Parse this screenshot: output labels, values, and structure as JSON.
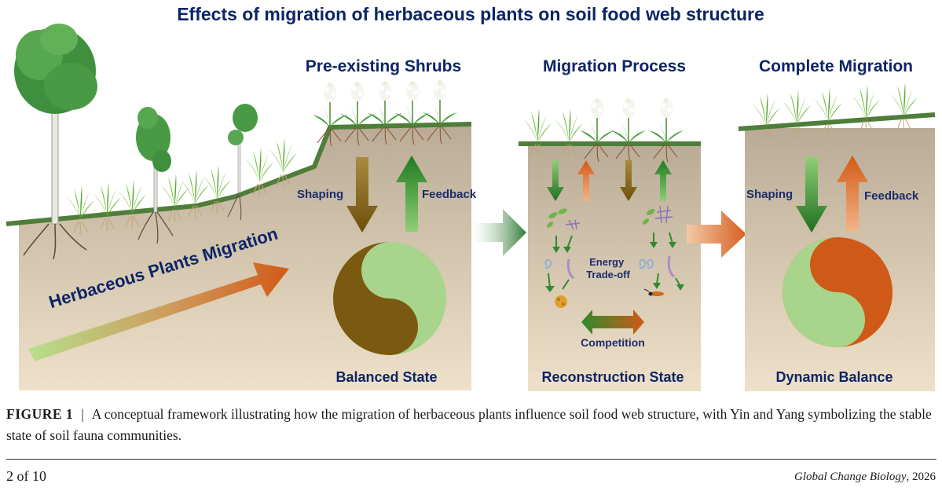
{
  "figure": {
    "title": "Effects of migration of herbaceous plants on soil food web structure",
    "panels": [
      {
        "heading": "Pre-existing Shrubs",
        "left_label": "Shaping",
        "right_label": "Feedback",
        "state": "Balanced State"
      },
      {
        "heading": "Migration Process",
        "center_label": "Energy\nTrade-off",
        "bottom_label": "Competition",
        "state": "Reconstruction State"
      },
      {
        "heading": "Complete Migration",
        "left_label": "Shaping",
        "right_label": "Feedback",
        "state": "Dynamic Balance"
      }
    ],
    "migration_arrow_label": "Herbaceous Plants Migration",
    "colors": {
      "title": "#0c2566",
      "soil_top": "#b8aa94",
      "soil_bottom": "#efe1c8",
      "brown": "#7a5a10",
      "green": "#2e8a2e",
      "light_green": "#a8d48c",
      "orange": "#cf5a17"
    }
  },
  "caption": {
    "label": "FIGURE 1",
    "separator": "|",
    "text": "A conceptual framework illustrating how the migration of herbaceous plants influence soil food web structure, with Yin and Yang symbolizing the stable state of soil fauna communities."
  },
  "footer": {
    "page": "2 of 10",
    "journal": "Global Change Biology",
    "year": ", 2026"
  }
}
